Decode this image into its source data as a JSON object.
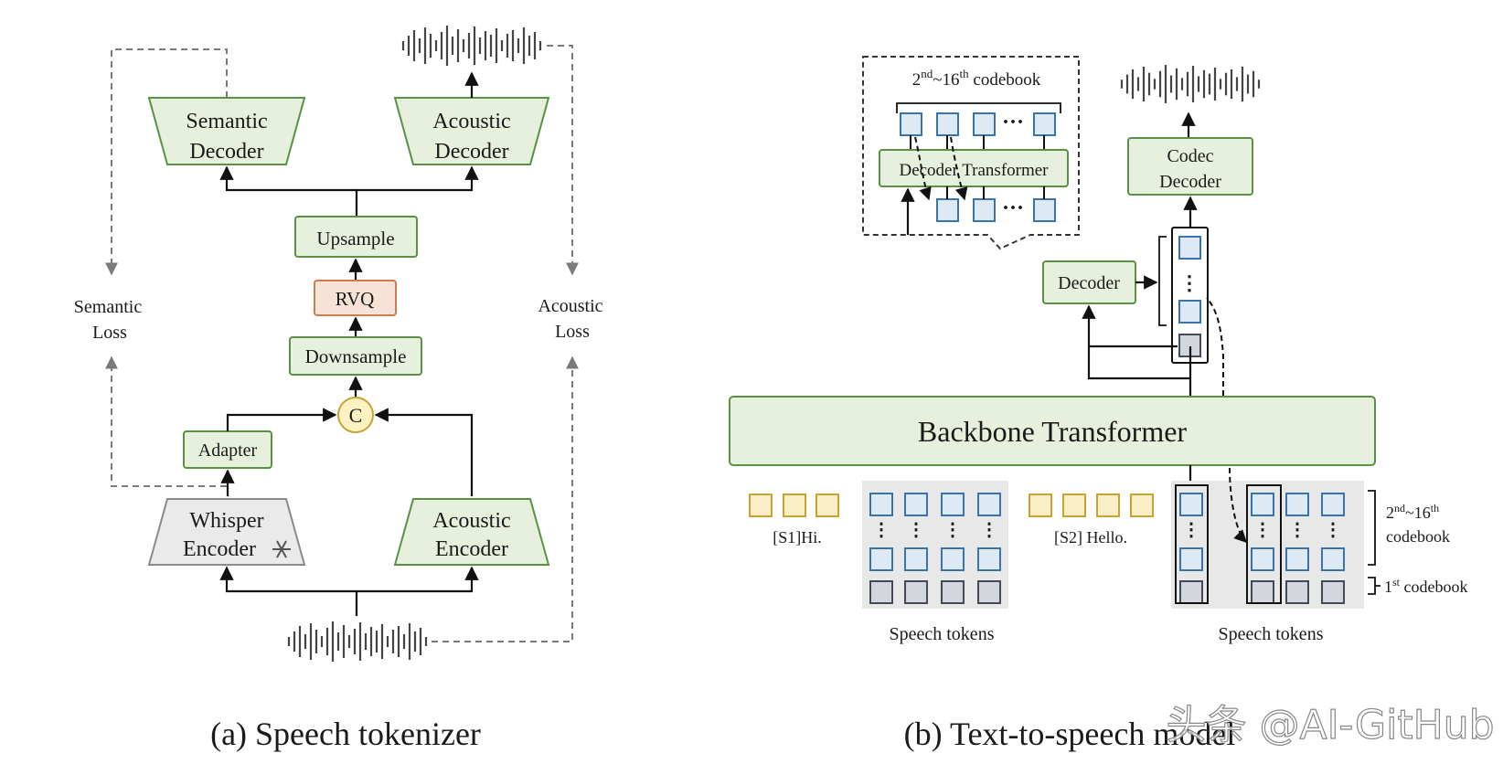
{
  "captions": {
    "a": "(a) Speech tokenizer",
    "b": "(b) Text-to-speech model"
  },
  "watermark": "头条 @AI-GitHub",
  "tokenizer": {
    "semantic_decoder": [
      "Semantic",
      "Decoder"
    ],
    "acoustic_decoder": [
      "Acoustic",
      "Decoder"
    ],
    "upsample": "Upsample",
    "rvq": "RVQ",
    "downsample": "Downsample",
    "concat": "C",
    "adapter": "Adapter",
    "whisper_encoder": [
      "Whisper",
      "Encoder"
    ],
    "acoustic_encoder": [
      "Acoustic",
      "Encoder"
    ],
    "semantic_loss": [
      "Semantic",
      "Loss"
    ],
    "acoustic_loss": [
      "Acoustic",
      "Loss"
    ]
  },
  "tts": {
    "codebook_range": "2nd~16th codebook",
    "decoder_transformer": "Decoder Transformer",
    "codec_decoder": [
      "Codec",
      "Decoder"
    ],
    "decoder": "Decoder",
    "backbone": "Backbone Transformer",
    "text1": "[S1]Hi.",
    "text2": "[S2] Hello.",
    "speech_tokens_1": "Speech tokens",
    "speech_tokens_2": "Speech tokens",
    "codebook_2_16": [
      "2nd~16th",
      "codebook"
    ],
    "codebook_1": "1st codebook",
    "ellipsis": "···",
    "vdots": "⋮"
  },
  "colors": {
    "green_fill": "#e6f0dc",
    "green_stroke": "#5a9145",
    "rvq_fill": "#f7e3d5",
    "token_blue": "#dde9f5",
    "token_gray": "#d4d6dd",
    "token_yellow": "#fbefc8",
    "concat_fill": "#fff2c2"
  }
}
